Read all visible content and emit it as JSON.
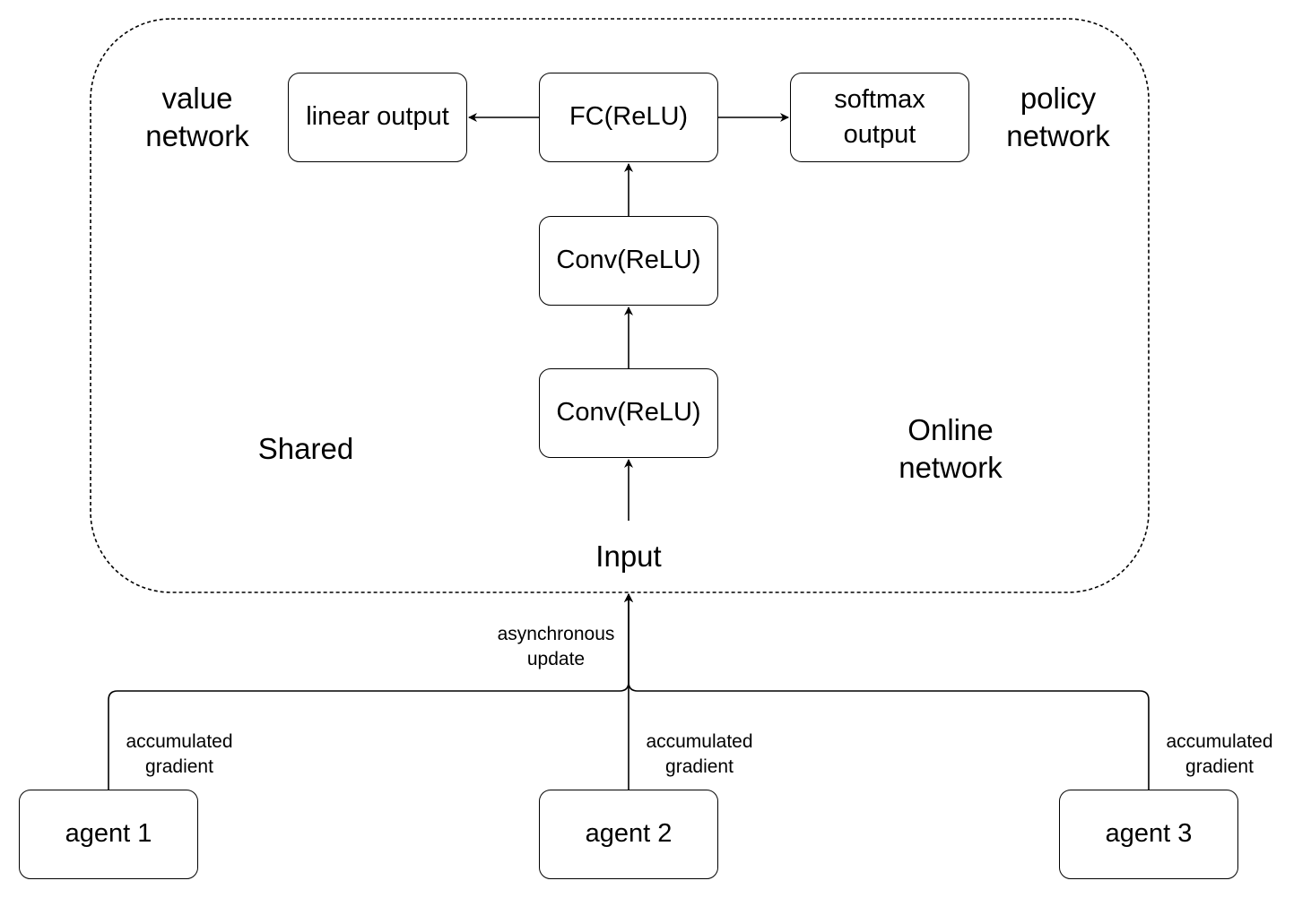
{
  "diagram": {
    "nodes": {
      "fc": "FC(ReLU)",
      "linear_output": "linear output",
      "softmax_output": "softmax\noutput",
      "conv_top": "Conv(ReLU)",
      "conv_bottom": "Conv(ReLU)",
      "agent_1": "agent 1",
      "agent_2": "agent 2",
      "agent_3": "agent 3"
    },
    "labels": {
      "value_network": "value\nnetwork",
      "policy_network": "policy\nnetwork",
      "shared": "Shared",
      "online_network": "Online\nnetwork",
      "input": "Input",
      "async_update": "asynchronous\nupdate",
      "gradient_agent_1": "accumulated\ngradient",
      "gradient_agent_2": "accumulated\ngradient",
      "gradient_agent_3": "accumulated\ngradient"
    },
    "colors": {
      "stroke": "#000000",
      "background": "#ffffff"
    }
  }
}
